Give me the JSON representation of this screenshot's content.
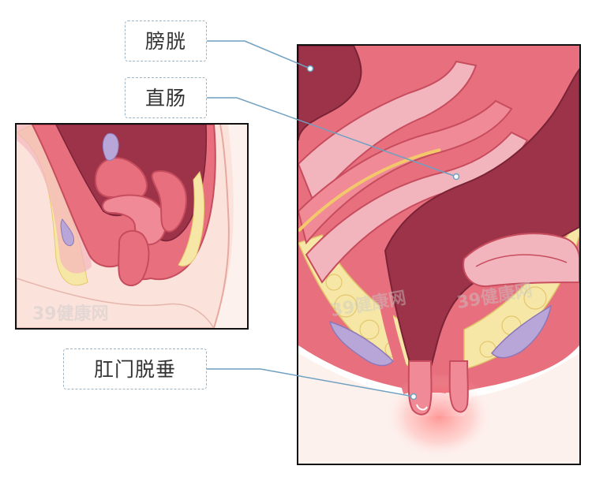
{
  "labels": {
    "bladder": "膀胱",
    "rectum": "直肠",
    "prolapse": "肛门脱垂"
  },
  "watermark": "39健康网",
  "colors": {
    "tissue_pink": "#e8707e",
    "dark_maroon": "#9c3348",
    "light_pink": "#f3b5bd",
    "fat_yellow": "#f7e7a6",
    "purple": "#b9a6d8",
    "skin": "#fbe3dc",
    "glow": "#ff4d4d",
    "leader_line": "#6fa0c2",
    "box_border": "#9fb3c2"
  }
}
